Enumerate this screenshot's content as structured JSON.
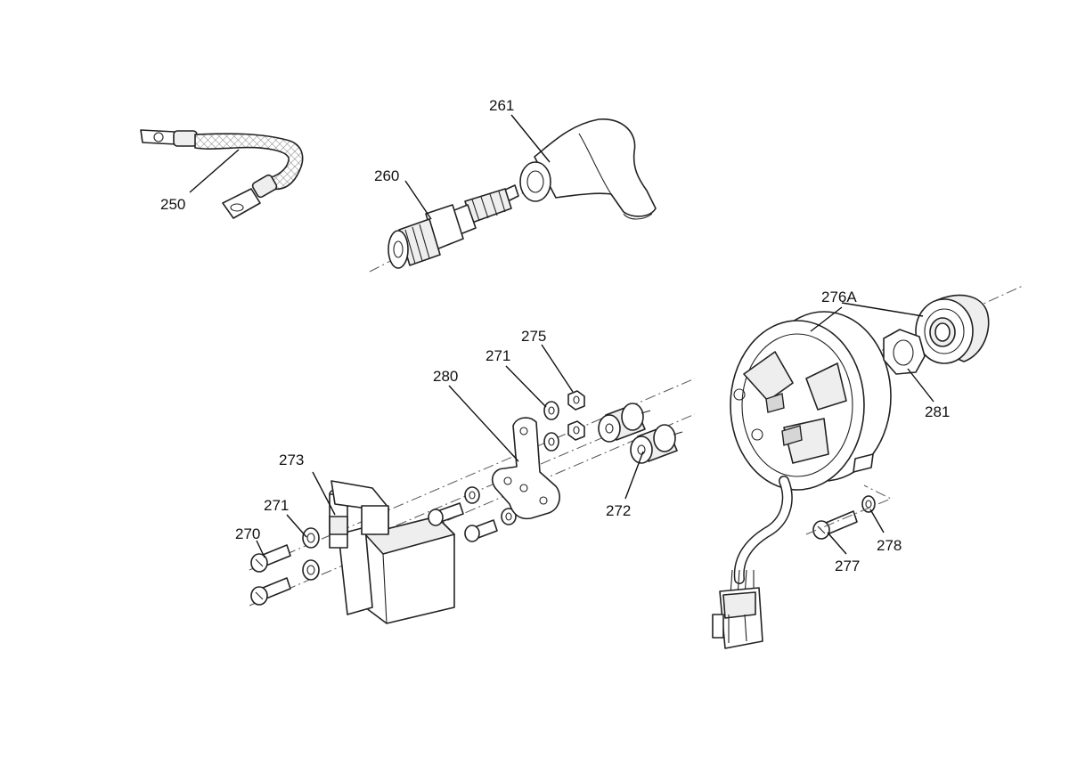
{
  "labels": {
    "p250": "250",
    "p260": "260",
    "p261": "261",
    "p270": "270",
    "p271a": "271",
    "p271b": "271",
    "p272": "272",
    "p273": "273",
    "p275": "275",
    "p276a": "276A",
    "p277": "277",
    "p278": "278",
    "p280": "280",
    "p281": "281"
  }
}
